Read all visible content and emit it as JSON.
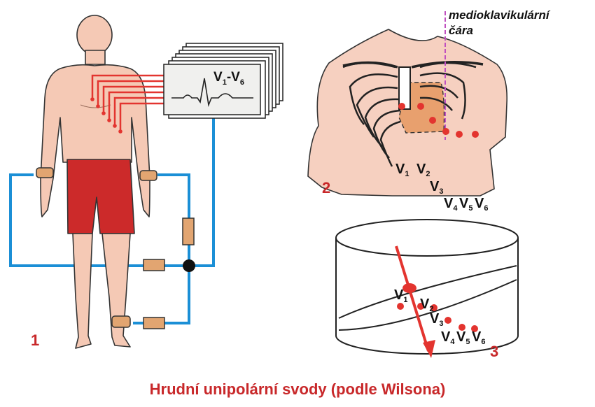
{
  "panels": {
    "panel1": {
      "number": "1",
      "monitor_label": {
        "a": "V",
        "a_sub": "1",
        "dash": "-",
        "b": "V",
        "b_sub": "6"
      }
    },
    "panel2": {
      "number": "2",
      "line_label": {
        "line1": "medioklavikulární",
        "line2": "čára"
      },
      "leads": [
        "V1",
        "V2",
        "V3",
        "V4",
        "V5",
        "V6"
      ]
    },
    "panel3": {
      "number": "3",
      "leads": [
        "V1",
        "V2",
        "V3",
        "V4",
        "V5",
        "V6"
      ]
    }
  },
  "lead_letter": "V",
  "lead_subs": [
    "1",
    "2",
    "3",
    "4",
    "5",
    "6"
  ],
  "caption": "Hrudní unipolární svody (podle Wilsona)",
  "colors": {
    "skin": "#f5c9b5",
    "shorts": "#cc2a2a",
    "cable": "#1b8fd6",
    "resistor": "#e2a571",
    "electrode": "#e3342f",
    "label_red": "#c8282a",
    "line_magenta": "#c050c0"
  }
}
